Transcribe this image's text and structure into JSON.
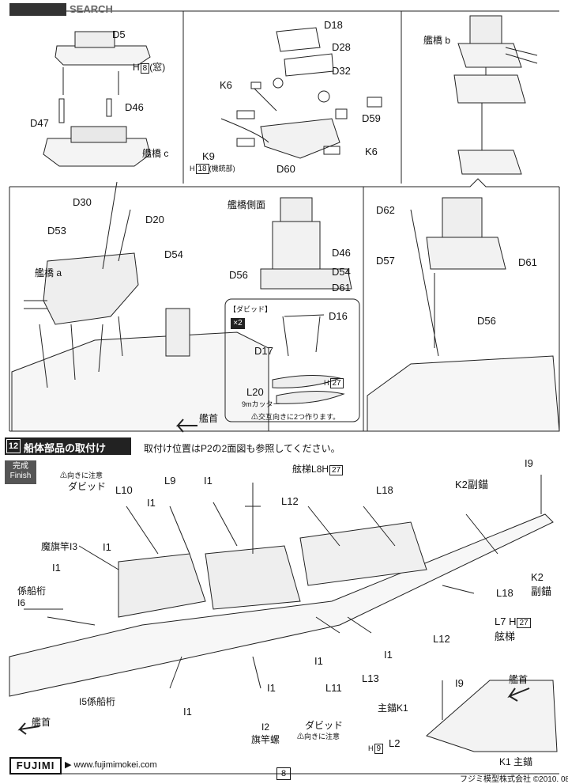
{
  "header": {
    "brand_text": "SEARCH"
  },
  "panel_top_left": {
    "labels": {
      "d5": "D5",
      "h8": "H",
      "h8_box": "8",
      "window": "(窓)",
      "d47": "D47",
      "d46": "D46",
      "bridge_c": "艦橋 c"
    }
  },
  "panel_top_mid": {
    "labels": {
      "d18": "D18",
      "d28": "D28",
      "k6a": "K6",
      "d32": "D32",
      "d59": "D59",
      "k9": "K9",
      "h18": "H",
      "h18_box": "18",
      "gun_part": "(機銃部)",
      "d60": "D60",
      "k6b": "K6"
    }
  },
  "panel_top_right": {
    "labels": {
      "bridge_b": "艦橋 b"
    }
  },
  "panel_middle": {
    "labels": {
      "d30": "D30",
      "d20": "D20",
      "d53": "D53",
      "d54a": "D54",
      "bridge_a": "艦橋 a",
      "side_title": "艦橋側面",
      "d46": "D46",
      "d56a": "D56",
      "d54b": "D54",
      "d61a": "D61",
      "d62": "D62",
      "d57": "D57",
      "d61b": "D61",
      "d56b": "D56",
      "bow": "艦首"
    }
  },
  "davit_box": {
    "title": "【ダビッド】",
    "count": "×2",
    "d16": "D16",
    "d17": "D17",
    "h27": "H",
    "h27_box": "27",
    "l20": "L20",
    "cutter": "9mカッター",
    "note": "交互向きに2つ作ります。"
  },
  "section12": {
    "number": "12",
    "title": "船体部品の取付け",
    "instruction": "取付け位置はP2の2面図も参照してください。",
    "finish_ja": "完成",
    "finish_en": "Finish",
    "labels": {
      "caution1": "向きに注意",
      "davit1": "ダビッド",
      "l10": "L10",
      "l9": "L9",
      "i1a": "I1",
      "i1b": "I1",
      "l8_pre": "舷梯",
      "l8": "L8",
      "l8_h": "H",
      "l8_box": "27",
      "l18a": "L18",
      "k2a_pre": "",
      "k2a": "K2",
      "k2a_post": "副錨",
      "i9a": "I9",
      "l12a": "L12",
      "i3_pre": "魔旗竿",
      "i3": "I3",
      "i1c": "I1",
      "i1d": "I1",
      "i6_pre": "係船桁",
      "i6": "I6",
      "k2b": "K2",
      "k2b_post": "副錨",
      "l18b": "L18",
      "l7": "L7",
      "l7_h": "H",
      "l7_box": "27",
      "l7_post": "舷梯",
      "l12b": "L12",
      "i1e": "I1",
      "i1f": "I1",
      "l11": "L11",
      "l13": "L13",
      "i1g": "I1",
      "i1h": "I1",
      "i5": "I5",
      "i5_post": "係船桁",
      "i2": "I2",
      "i2_post": "旗竿螺",
      "davit2": "ダビッド",
      "caution2": "向きに注意",
      "bow": "艦首",
      "bow2": "艦首",
      "i9b": "I9",
      "k1a_pre": "主錨",
      "k1a": "K1",
      "l2": "L2",
      "h9": "H",
      "h9_box": "9",
      "k1b": "K1",
      "k1b_post": "主錨"
    }
  },
  "footer": {
    "logo": "FUJIMI",
    "url": "www.fujimimokei.com",
    "page": "8",
    "copyright": "フジミ模型株式会社 ©2010. 08"
  }
}
